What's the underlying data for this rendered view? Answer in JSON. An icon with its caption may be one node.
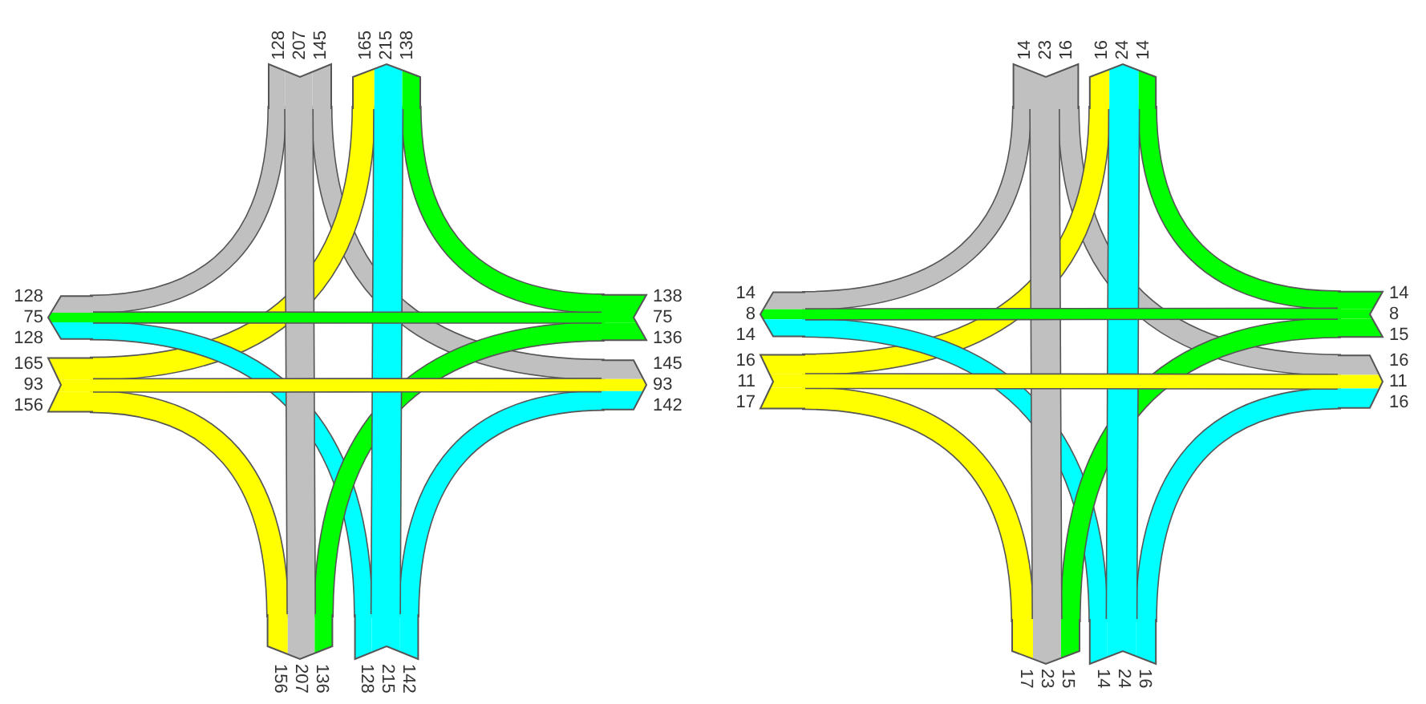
{
  "diagram": {
    "labels": [
      "128",
      "207",
      "145",
      "165",
      "215",
      "138",
      "128",
      "75",
      "128",
      "165",
      "93",
      "156",
      "138",
      "75",
      "136",
      "145",
      "93",
      "142",
      "156",
      "207",
      "136",
      "128",
      "215",
      "142",
      "14",
      "23",
      "16",
      "16",
      "24",
      "14",
      "14",
      "8",
      "14",
      "16",
      "11",
      "17",
      "14",
      "8",
      "15",
      "16",
      "11",
      "16",
      "17",
      "23",
      "15",
      "14",
      "24",
      "16"
    ]
  }
}
